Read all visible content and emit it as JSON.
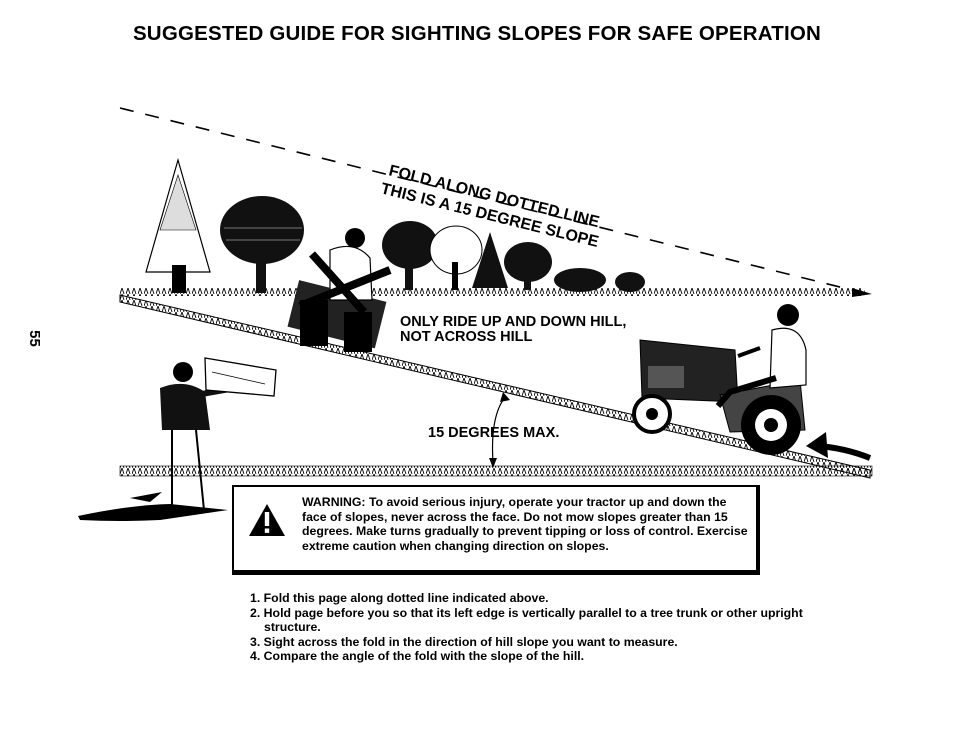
{
  "title": "SUGGESTED GUIDE FOR SIGHTING SLOPES FOR SAFE OPERATION",
  "page_number": "55",
  "illustration": {
    "fold_label": "FOLD ALONG DOTTED LINE",
    "slope_label": "THIS IS A 15 DEGREE SLOPE",
    "ride_instruction_line1": "ONLY RIDE UP AND DOWN HILL,",
    "ride_instruction_line2": "NOT ACROSS HILL",
    "max_angle_label": "15 DEGREES MAX."
  },
  "warning": {
    "icon": "warning-triangle-icon",
    "text": "WARNING: To avoid serious injury, operate your tractor up and down the face of slopes, never across the face. Do not mow slopes greater than 15 degrees. Make turns gradually to prevent tipping or loss of control. Exercise extreme caution when changing direction on slopes."
  },
  "instructions": [
    "1. Fold this page along dotted line indicated above.",
    "2. Hold page before you so that its left edge is vertically parallel to a tree trunk or other upright structure.",
    "3. Sight across the fold in the direction of hill slope you want to measure.",
    "4. Compare the angle of the fold with the slope of the hill."
  ]
}
